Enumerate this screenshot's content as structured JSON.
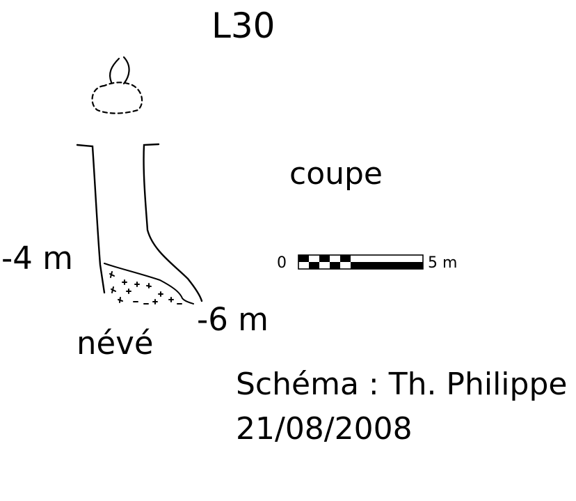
{
  "title": "L30",
  "view_label": "coupe",
  "depths": {
    "upper": "-4 m",
    "lower": "-6 m"
  },
  "deposit_label": "névé",
  "scale": {
    "start": "0",
    "end": "5 m"
  },
  "author": "Schéma : Th. Philippe",
  "date": "21/08/2008",
  "colors": {
    "ink": "#000000",
    "background": "#ffffff"
  }
}
